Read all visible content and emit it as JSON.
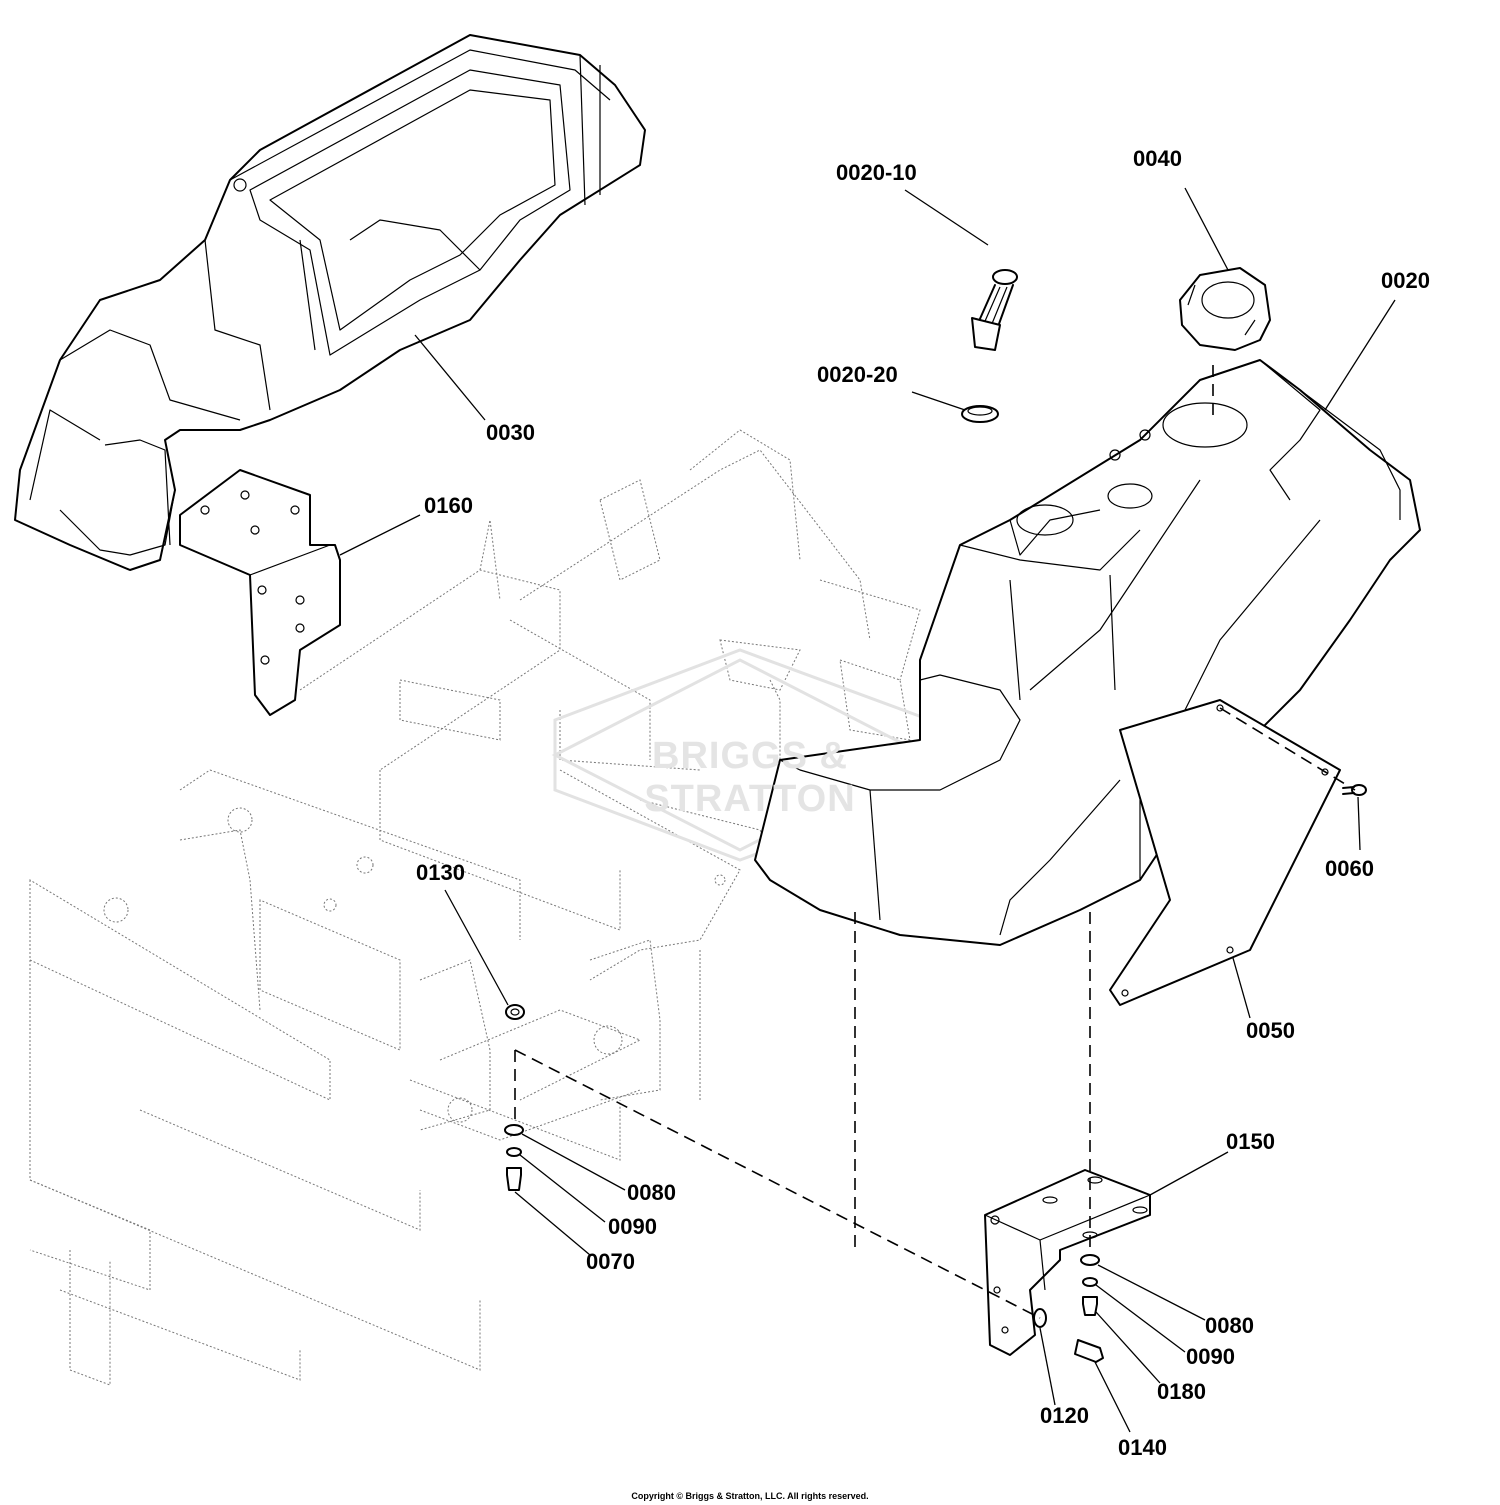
{
  "diagram": {
    "labels": {
      "p0020_10": "0020-10",
      "p0040": "0040",
      "p0020": "0020",
      "p0020_20": "0020-20",
      "p0030": "0030",
      "p0160": "0160",
      "p0060": "0060",
      "p0130": "0130",
      "p0050": "0050",
      "p0150": "0150",
      "p0080a": "0080",
      "p0090a": "0090",
      "p0070": "0070",
      "p0080b": "0080",
      "p0090b": "0090",
      "p0180": "0180",
      "p0120": "0120",
      "p0140": "0140"
    },
    "watermark": "BRIGGS & STRATTON",
    "copyright": "Copyright © Briggs & Stratton, LLC. All rights reserved."
  }
}
